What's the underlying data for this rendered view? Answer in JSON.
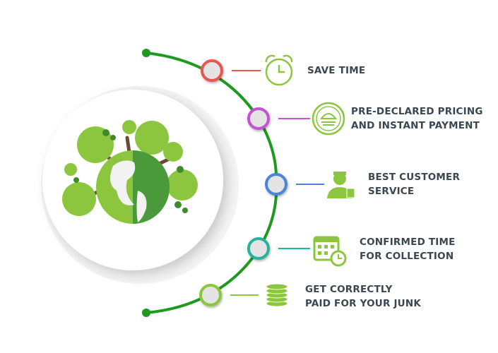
{
  "items": [
    {
      "label_lines": [
        "SAVE TIME"
      ],
      "icon": "alarm-clock-icon",
      "color": "#e8564f"
    },
    {
      "label_lines": [
        "PRE-DECLARED PRICING",
        "AND INSTANT PAYMENT"
      ],
      "icon": "lotus-coin-icon",
      "color": "#c452d4"
    },
    {
      "label_lines": [
        "BEST CUSTOMER",
        "SERVICE"
      ],
      "icon": "customer-service-person-icon",
      "color": "#4a85d8"
    },
    {
      "label_lines": [
        "CONFIRMED TIME",
        "FOR COLLECTION"
      ],
      "icon": "calendar-clock-icon",
      "color": "#26b39d"
    },
    {
      "label_lines": [
        "GET CORRECTLY",
        "PAID FOR YOUR JUNK"
      ],
      "icon": "coin-stack-icon",
      "color": "#8cc63f"
    }
  ],
  "arc_color": "#1e9a1e",
  "icon_color": "#8cc63f",
  "center_image": "earth-with-trees-icon"
}
